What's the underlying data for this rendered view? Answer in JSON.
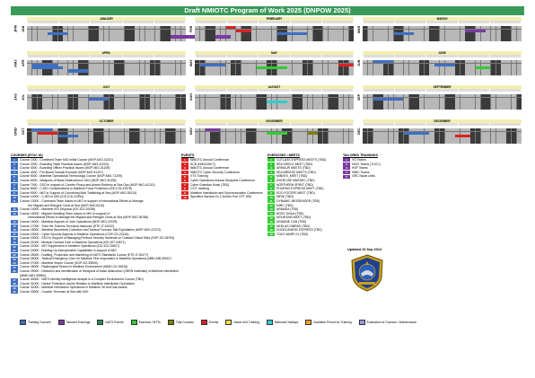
{
  "title": "Draft NMIOTC Program of Work 2025 (DNPOW 2025)",
  "quarters": [
    {
      "label": "JFM",
      "months": [
        {
          "name": "JANUARY",
          "abbr": "JAN"
        },
        {
          "name": "FEBRUARY",
          "abbr": "FEB"
        },
        {
          "name": "MARCH",
          "abbr": "MAR"
        }
      ]
    },
    {
      "label": "AMJ",
      "months": [
        {
          "name": "APRIL",
          "abbr": "APR"
        },
        {
          "name": "MAY",
          "abbr": "MAY"
        },
        {
          "name": "JUNE",
          "abbr": "JUN"
        }
      ]
    },
    {
      "label": "JAS",
      "months": [
        {
          "name": "JULY",
          "abbr": "JUL"
        },
        {
          "name": "AUGUST",
          "abbr": "AUG"
        },
        {
          "name": "SEPTEMBER",
          "abbr": "SEP"
        }
      ]
    },
    {
      "label": "OND",
      "months": [
        {
          "name": "OCTOBER",
          "abbr": "OCT"
        },
        {
          "name": "NOVEMBER",
          "abbr": "NOV"
        },
        {
          "name": "DECEMBER",
          "abbr": "DEC"
        }
      ]
    }
  ],
  "colors": {
    "training": "#3f6fc0",
    "tailored": "#7a3aa0",
    "nato_events": "#2e8b57",
    "exercise": "#33cc33",
    "trial": "#808000",
    "events": "#dd2222",
    "naval_unit": "#f0e040",
    "holiday": "#33cccc",
    "preparation": "#f0a020",
    "evaluation": "#9999dd"
  },
  "legend": {
    "courses_header": "COURSES (ETOC ID)",
    "courses": [
      {
        "n": "1",
        "t": "Course 1000 - Combined Team MIO Initial Course (MOP-MIO-31201)"
      },
      {
        "n": "2",
        "t": "Course 2000 - Boarding Team Practical Issues (MOP-MIO-31203)"
      },
      {
        "n": "3",
        "t": "Course 3000 - Boarding Officer Practical Issues (MOP-MIO-31205)"
      },
      {
        "n": "4",
        "t": "Course 4000 - Pre-Board Tactical Exercise (MOP-MIO-41207)"
      },
      {
        "n": "5",
        "t": "Course 5000 - Maritime Operational Terminology Course (MOP-MIO-71209)"
      },
      {
        "n": "6",
        "t": "Course 6000 - Weapons of Mass Destruction in MIO (MOP-MIO-31206)"
      },
      {
        "n": "7",
        "t": "Course 7000 - SSO in support of Counter Piracy and Armed Robbery at Sea Ops (MOP-MIO-41210)"
      },
      {
        "n": "8",
        "t": "Course 8000 - C-IED Considerations in Maritime Force Protection (ICE-ICD-31978)"
      },
      {
        "n": "9",
        "t": "Course 9000 - MIO in Support of Countering Illicit Trafficking at Sea (MOP-MIO-35210)"
      },
      {
        "n": "10",
        "t": "Course 10000 - C-IED in MIO (ICE-ICD-31994)"
      },
      {
        "n": "11",
        "t": "Course 13000 - Command Team Issues in MIO in support of International Efforts to Manage\n          the Migrant and Refugee Crisis at Sea (MOP-MIO-6215)"
      },
      {
        "n": "12",
        "t": "Course 14000 - Maritime IED Disposal (ICE-ICD-32036)"
      },
      {
        "n": "13",
        "t": "Course 15000 - Migrant Handling Team Issues in MIO in support of\n          International Efforts to Manage the Migrant and Refugee Crisis at Sea (MOP-MIO-36788)"
      },
      {
        "n": "14",
        "t": "Course 16000 - Maritime Aspects of Joint Operations (MOP-MIO-22078)"
      },
      {
        "n": "15",
        "t": "Course 17000 - Train the Trainers Technical Instructor (ETE-IT-34432)"
      },
      {
        "n": "16",
        "t": "Course 18000 - Maritime Biometrics Collection and Tactical Forensic Site Exploitation (MOP-MIO-22373)"
      },
      {
        "n": "17",
        "t": "Course 19000 - Cyber Security Aspects in Maritime Operations (COP-CD-22164)"
      },
      {
        "n": "18",
        "t": "Course 20000 - SSO in Support of Managing Perilous Security Incidents on Coastal Critical Sites (SOP-SO-36794)"
      },
      {
        "n": "19",
        "t": "Course 21000 - Medical Combat Care in Maritime Operations (ISS-SIT-34871)"
      },
      {
        "n": "20",
        "t": "Course 22000 - WIT Supplement in Maritime Operations (ICD-ICD-39627)"
      },
      {
        "n": "21",
        "t": "Course 24000 - Building Up Interoperable Capabilities in support of MIO"
      },
      {
        "n": "22",
        "t": "Course 25000 - Drafting, Production and Marketing of NATO Standards Course (ETE-IT-39477)"
      },
      {
        "n": "23",
        "t": "Course 26000 - Tactical Emergency Care for Maritime First responders in Maritime Operations (MBD-MB-39507)"
      },
      {
        "n": "24",
        "t": "Course 27000 - Maritime Sniper Course (SOP-SO-39600)"
      },
      {
        "n": "25",
        "t": "Course 28000 - Radiological Search in Maritime Environment (WMD-CD-39615)"
      },
      {
        "n": "26",
        "t": "Course 29000 - Detection and Identification of Weapons of Mass destruction (CBRN materials) in Maritime Interdiction (WMD-MIO-39860)"
      },
      {
        "n": "27",
        "t": "Course 30000 - NATO Identity Intelligence Analyst in a Complex Environment Course (TBD)"
      },
      {
        "n": "28",
        "t": "Course 31000 - Harbor Protection and its Relation to Maritime Interdiction Operations"
      },
      {
        "n": "29",
        "t": "Course 32000 - Maritime Interdiction Operations in Maritime Oil and Gas Assets"
      },
      {
        "n": "30",
        "t": "Course 33000 - Counter Terrorism at Sea with MIO"
      }
    ],
    "events_header": "EVENTS",
    "events": [
      {
        "n": "1",
        "t": "NMIOTC Annual Conference"
      },
      {
        "n": "2",
        "t": "SCB (HMS/UNCT)"
      },
      {
        "n": "3",
        "t": "NMIOTC Annual Conference"
      },
      {
        "n": "4",
        "t": "NMIOTC Cyber Security Conference"
      },
      {
        "n": "5",
        "t": "VTX Training"
      },
      {
        "n": "6",
        "t": "Cyber Operations Annual Discipline Conference"
      },
      {
        "n": "7",
        "t": "Cyber Guardian Kiosk (TBD)"
      },
      {
        "n": "8",
        "t": "CCIT meeting"
      },
      {
        "n": "9",
        "t": "Maritime Interdiction and Synchronization Conference"
      },
      {
        "n": "10",
        "t": "Specified Harvest-Cs 2-Hunter Port CPT WM"
      }
    ],
    "exercises_header": "EXERCISES / MEETS",
    "exercises": [
      {
        "n": "1",
        "t": "CUTLASS EXPRESS MEETS (TBD)"
      },
      {
        "n": "2",
        "t": "SEA SHIELD MEET (TBD)"
      },
      {
        "n": "3",
        "t": "ARMOUR MEETS (TBD)"
      },
      {
        "n": "4",
        "t": "SEA BREEZE MEETS (TBD)"
      },
      {
        "n": "5",
        "t": "MINEEX_MEET (TBD)"
      },
      {
        "n": "6",
        "t": "EXERCISE MARSEC (TBD)"
      },
      {
        "n": "7",
        "t": "NORTHERN SPIRIT (TBD)"
      },
      {
        "n": "8",
        "t": "PHOENIX EXPRESS MEET (TBD)"
      },
      {
        "n": "9",
        "t": "EGO FOCEPS MEET (TBD)"
      },
      {
        "n": "10",
        "t": "NIRIS (TBD)"
      },
      {
        "n": "11",
        "t": "DYNAMIC MESSENGER (TBD)"
      },
      {
        "n": "12",
        "t": "MIRC (TBD)"
      },
      {
        "n": "13",
        "t": "ARMADA (TBD)"
      },
      {
        "n": "14",
        "t": "BOGC DNUA (TBD)"
      },
      {
        "n": "15",
        "t": "MOUNTAIN MEET (TBD)"
      },
      {
        "n": "16",
        "t": "ARIADNE CAN (TBD)"
      },
      {
        "n": "17",
        "t": "NEDLAS DIBRAS (TBD)"
      },
      {
        "n": "18",
        "t": "DODECANESE EXPRESS (TBD)"
      },
      {
        "n": "19",
        "t": "TOKO WARF-01 (TBD)"
      }
    ],
    "tailored_header": "TAILORED TRAININGS",
    "tailored": [
      {
        "n": "1",
        "t": "VG Teams"
      },
      {
        "n": "2",
        "t": "HDCI Teams (TUCC)"
      },
      {
        "n": "3",
        "t": "HDF Teams"
      },
      {
        "n": "4",
        "t": "HMIC Teams"
      },
      {
        "n": "5",
        "t": "ORC Naval Units"
      }
    ],
    "updated": "Updated 20 Sep 2024"
  },
  "bottom_legend": [
    {
      "key": "training",
      "label": "Training Courses"
    },
    {
      "key": "tailored",
      "label": "Tailored Trainings"
    },
    {
      "key": "nato_events",
      "label": "NATO Events"
    },
    {
      "key": "exercise",
      "label": "Exercise / MTTs"
    },
    {
      "key": "trial",
      "label": "Trial Courses"
    },
    {
      "key": "events",
      "label": "Events"
    },
    {
      "key": "naval_unit",
      "label": "Naval Unit Training"
    },
    {
      "key": "holiday",
      "label": "National Holidays"
    },
    {
      "key": "preparation",
      "label": "Available Period for Training"
    },
    {
      "key": "evaluation",
      "label": "Evaluation of Courses / Maintenance"
    }
  ],
  "schedule": [
    {
      "q": 0,
      "m": 0,
      "row": 3,
      "start": 28,
      "len": 6,
      "c": "tailored"
    },
    {
      "q": 0,
      "m": 0,
      "row": 2,
      "start": 4,
      "len": 4,
      "c": "training"
    },
    {
      "q": 0,
      "m": 1,
      "row": 0,
      "start": 6,
      "len": 2,
      "c": "events"
    },
    {
      "q": 0,
      "m": 1,
      "row": 1,
      "start": 8,
      "len": 3,
      "c": "events"
    },
    {
      "q": 0,
      "m": 1,
      "row": 3,
      "start": 4,
      "len": 3,
      "c": "tailored"
    },
    {
      "q": 0,
      "m": 1,
      "row": 2,
      "start": 16,
      "len": 6,
      "c": "training"
    },
    {
      "q": 0,
      "m": 2,
      "row": 1,
      "start": 20,
      "len": 4,
      "c": "tailored"
    },
    {
      "q": 0,
      "m": 2,
      "row": 2,
      "start": 6,
      "len": 4,
      "c": "training"
    },
    {
      "q": 1,
      "m": 0,
      "row": 1,
      "start": 1,
      "len": 5,
      "c": "training"
    },
    {
      "q": 1,
      "m": 0,
      "row": 2,
      "start": 1,
      "len": 6,
      "c": "training"
    },
    {
      "q": 1,
      "m": 0,
      "row": 3,
      "start": 8,
      "len": 4,
      "c": "training"
    },
    {
      "q": 1,
      "m": 1,
      "row": 1,
      "start": 1,
      "len": 5,
      "c": "training"
    },
    {
      "q": 1,
      "m": 1,
      "row": 2,
      "start": 12,
      "len": 6,
      "c": "exercise"
    },
    {
      "q": 1,
      "m": 1,
      "row": 1,
      "start": 28,
      "len": 3,
      "c": "events"
    },
    {
      "q": 1,
      "m": 2,
      "row": 2,
      "start": 22,
      "len": 3,
      "c": "exercise"
    },
    {
      "q": 1,
      "m": 2,
      "row": 1,
      "start": 14,
      "len": 4,
      "c": "training"
    },
    {
      "q": 1,
      "m": 2,
      "row": 0,
      "start": 2,
      "len": 4,
      "c": "training"
    },
    {
      "q": 2,
      "m": 0,
      "row": 1,
      "start": 12,
      "len": 4,
      "c": "training"
    },
    {
      "q": 2,
      "m": 1,
      "row": 2,
      "start": 14,
      "len": 4,
      "c": "holiday"
    },
    {
      "q": 2,
      "m": 2,
      "row": 1,
      "start": 2,
      "len": 6,
      "c": "training"
    },
    {
      "q": 3,
      "m": 0,
      "row": 0,
      "start": 1,
      "len": 4,
      "c": "training"
    },
    {
      "q": 3,
      "m": 0,
      "row": 1,
      "start": 2,
      "len": 4,
      "c": "events"
    },
    {
      "q": 3,
      "m": 0,
      "row": 2,
      "start": 6,
      "len": 4,
      "c": "training"
    },
    {
      "q": 3,
      "m": 1,
      "row": 0,
      "start": 2,
      "len": 3,
      "c": "tailored"
    },
    {
      "q": 3,
      "m": 1,
      "row": 1,
      "start": 14,
      "len": 4,
      "c": "exercise"
    },
    {
      "q": 3,
      "m": 1,
      "row": 1,
      "start": 22,
      "len": 2,
      "c": "trial"
    },
    {
      "q": 3,
      "m": 2,
      "row": 1,
      "start": 8,
      "len": 5,
      "c": "training"
    },
    {
      "q": 3,
      "m": 2,
      "row": 2,
      "start": 18,
      "len": 3,
      "c": "events"
    }
  ]
}
